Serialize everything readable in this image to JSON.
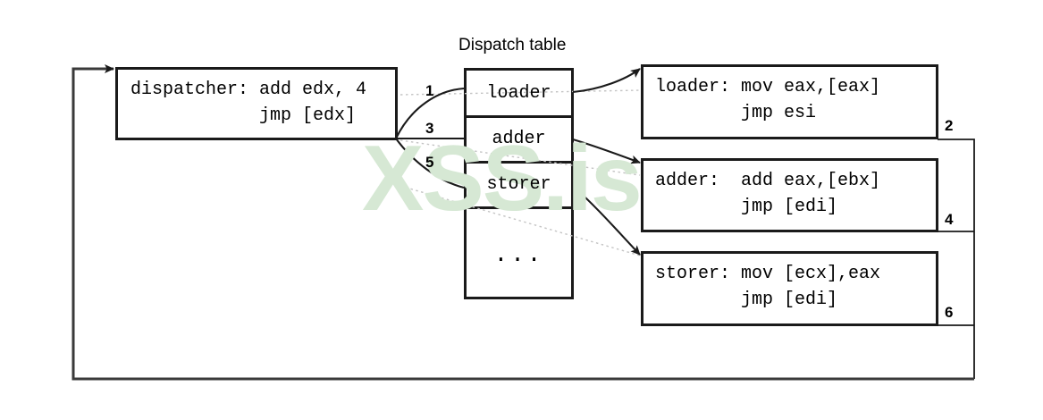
{
  "diagram": {
    "title": "Dispatch table",
    "dispatcher": {
      "name": "dispatcher-box",
      "lines": [
        "dispatcher: add edx, 4",
        "            jmp [edx]"
      ]
    },
    "table": {
      "name": "dispatch-table",
      "cells": [
        {
          "label": "loader"
        },
        {
          "label": "adder"
        },
        {
          "label": "storer"
        },
        {
          "label": "..."
        }
      ]
    },
    "handlers": [
      {
        "name": "loader-handler",
        "lines": [
          "loader: mov eax,[eax]",
          "        jmp esi"
        ],
        "return_step": "2"
      },
      {
        "name": "adder-handler",
        "lines": [
          "adder:  add eax,[ebx]",
          "        jmp [edi]"
        ],
        "return_step": "4"
      },
      {
        "name": "storer-handler",
        "lines": [
          "storer: mov [ecx],eax",
          "        jmp [edi]"
        ],
        "return_step": "6"
      }
    ],
    "dispatch_steps": [
      "1",
      "3",
      "5"
    ],
    "watermark": "XSS.is",
    "colors": {
      "stroke": "#1a1a1a",
      "text": "#000000",
      "watermark": "#d6e8d4",
      "background": "#ffffff",
      "dotted_connector": "#b9b9b9"
    }
  }
}
